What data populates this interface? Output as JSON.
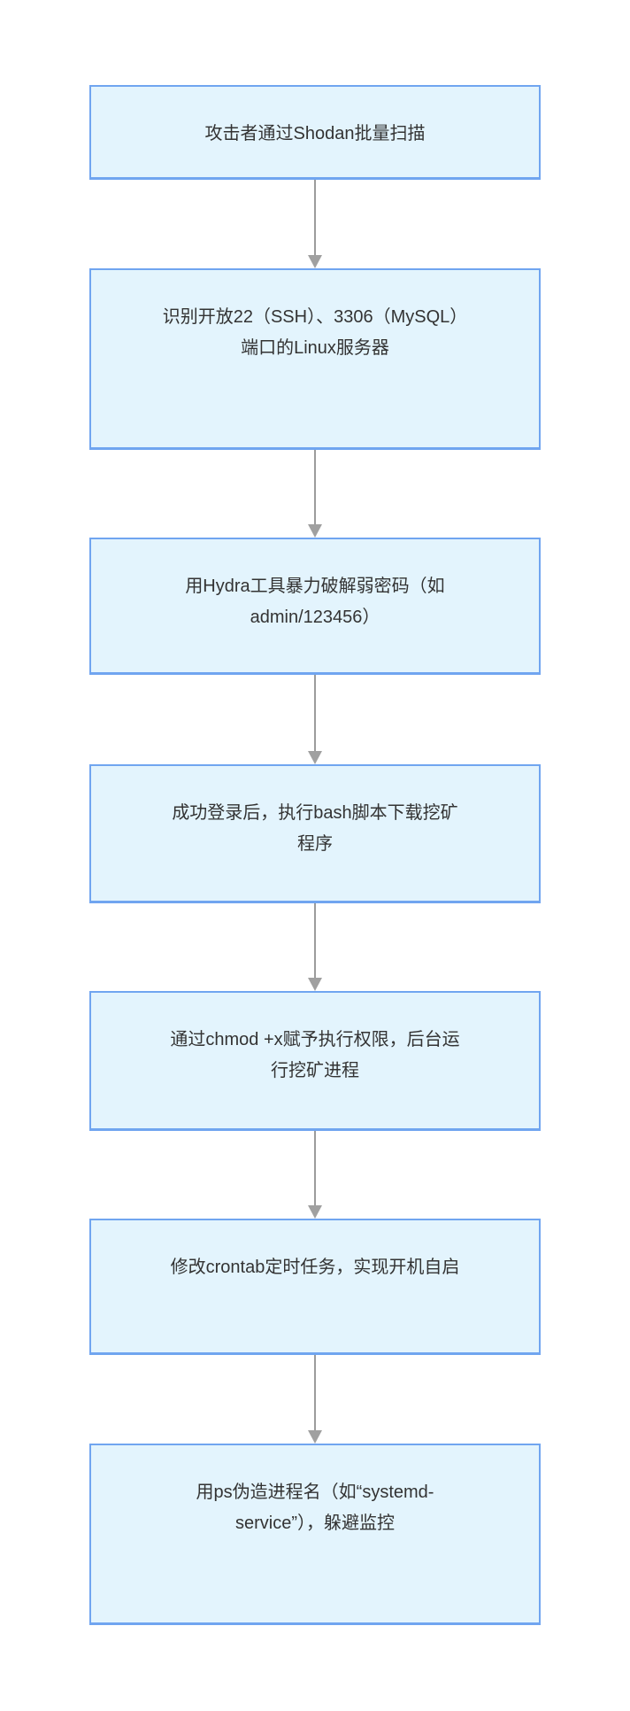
{
  "diagram": {
    "type": "flowchart",
    "direction": "top-down",
    "title": "",
    "nodes": [
      {
        "id": "n1",
        "text": "攻击者通过Shodan批量扫描"
      },
      {
        "id": "n2",
        "text": "识别开放22（SSH）、3306（MySQL）\n端口的Linux服务器"
      },
      {
        "id": "n3",
        "text": "用Hydra工具暴力破解弱密码（如\nadmin/123456）"
      },
      {
        "id": "n4",
        "text": "成功登录后，执行bash脚本下载挖矿\n程序"
      },
      {
        "id": "n5",
        "text": "通过chmod +x赋予执行权限，后台运\n行挖矿进程"
      },
      {
        "id": "n6",
        "text": "修改crontab定时任务，实现开机自启"
      },
      {
        "id": "n7",
        "text": "用ps伪造进程名（如“systemd-\nservice”），躲避监控"
      }
    ],
    "edges": [
      {
        "from": "n1",
        "to": "n2"
      },
      {
        "from": "n2",
        "to": "n3"
      },
      {
        "from": "n3",
        "to": "n4"
      },
      {
        "from": "n4",
        "to": "n5"
      },
      {
        "from": "n5",
        "to": "n6"
      },
      {
        "from": "n6",
        "to": "n7"
      }
    ],
    "colors": {
      "node_fill": "#e3f4fd",
      "node_border": "#70a5f0",
      "node_text": "#333333",
      "arrow": "#9b9b9b",
      "background": "#ffffff"
    }
  }
}
